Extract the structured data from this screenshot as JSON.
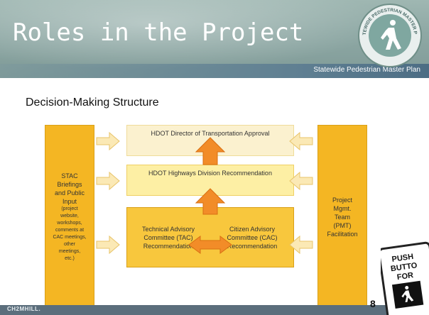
{
  "header": {
    "title": "Roles in the Project",
    "subtitle": "Statewide Pedestrian Master Plan",
    "logo_text": "STATEWIDE PEDESTRIAN MASTER PLAN"
  },
  "section_title": "Decision-Making Structure",
  "diagram": {
    "left_box": {
      "lines_large": [
        "STAC",
        "Briefings",
        "and Public",
        "Input"
      ],
      "lines_small": [
        "(project",
        "website,",
        "workshops,",
        "comments at",
        "CAC meetings,",
        "other",
        "meetings,",
        "etc.)"
      ]
    },
    "right_box": {
      "lines": [
        "Project",
        "Mgmt.",
        "Team",
        "(PMT)",
        "Facilitation"
      ]
    },
    "top_box": "HDOT Director of Transportation Approval",
    "middle_box": "HDOT Highways Division Recommendation",
    "tac_box": [
      "Technical Advisory",
      "Committee (TAC)",
      "Recommendation"
    ],
    "cac_box": [
      "Citizen Advisory",
      "Committee (CAC)",
      "Recommendation"
    ]
  },
  "footer": {
    "company": "CH2MHILL.",
    "page_number": "8"
  },
  "sign": {
    "lines": [
      "PUSH",
      "BUTTO",
      "FOR"
    ]
  },
  "colors": {
    "accent_orange": "#f28c28",
    "yellow_box": "#f4b623",
    "header_band": "#5f7f92"
  }
}
